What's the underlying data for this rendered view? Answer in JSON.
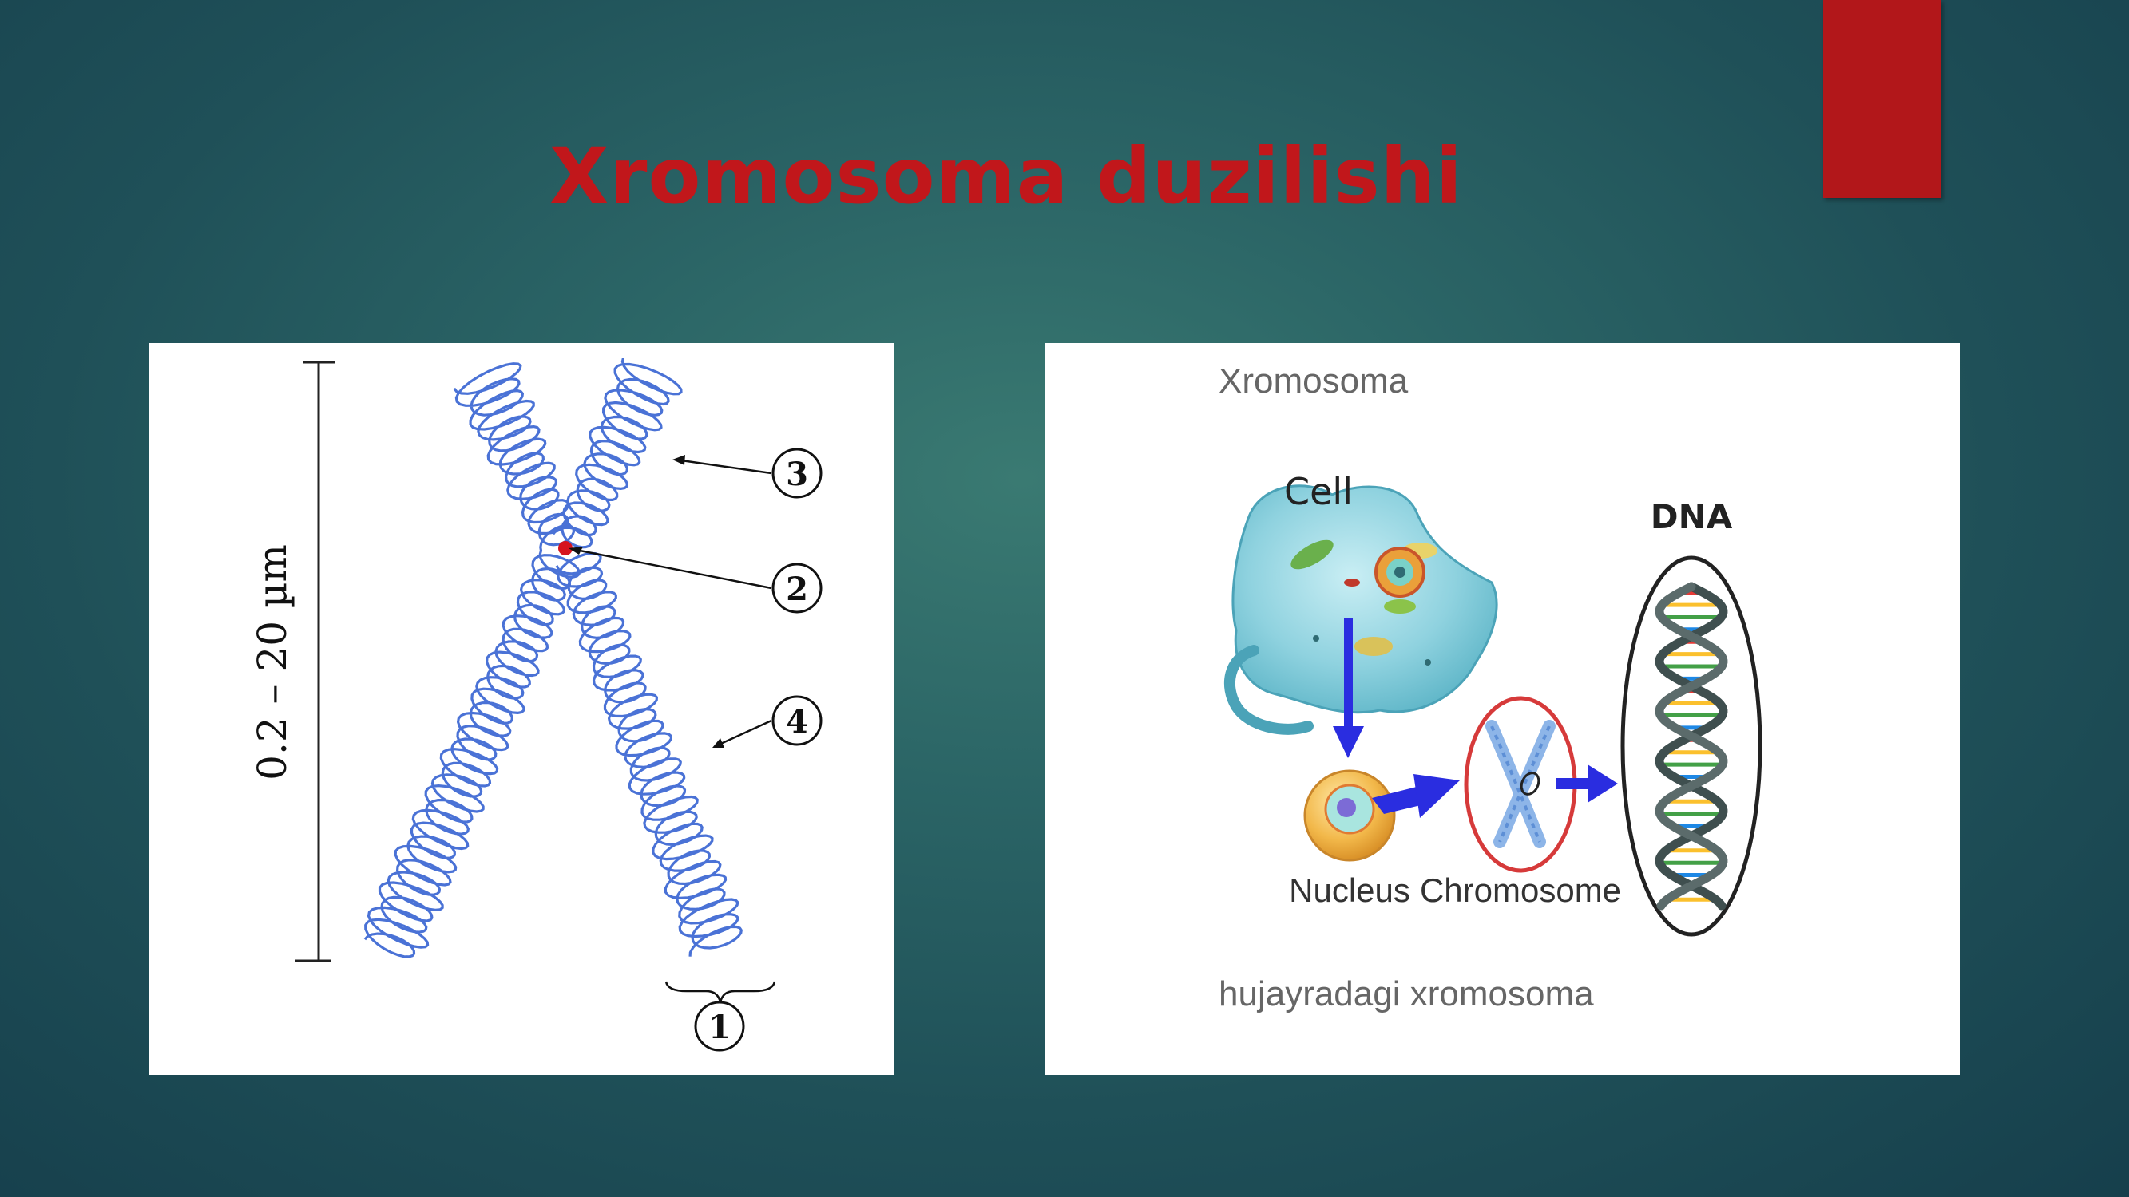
{
  "slide": {
    "title": "Xromosoma duzilishi",
    "accent_color": "#b2171a",
    "title_color": "#c1171b"
  },
  "left_diagram": {
    "length_label": "0.2 – 20 µm",
    "markers": [
      "①",
      "②",
      "③",
      "④"
    ],
    "chromosome_color": "#4a72d6",
    "centromere_color": "#d6141e"
  },
  "right_diagram": {
    "heading": "Xromosoma",
    "caption": "hujayradagi xromosoma",
    "labels": {
      "cell": "Cell",
      "nucleus": "Nucleus",
      "chromosome": "Chromosome",
      "dna": "DNA"
    },
    "arrow_color": "#2a2de0"
  }
}
